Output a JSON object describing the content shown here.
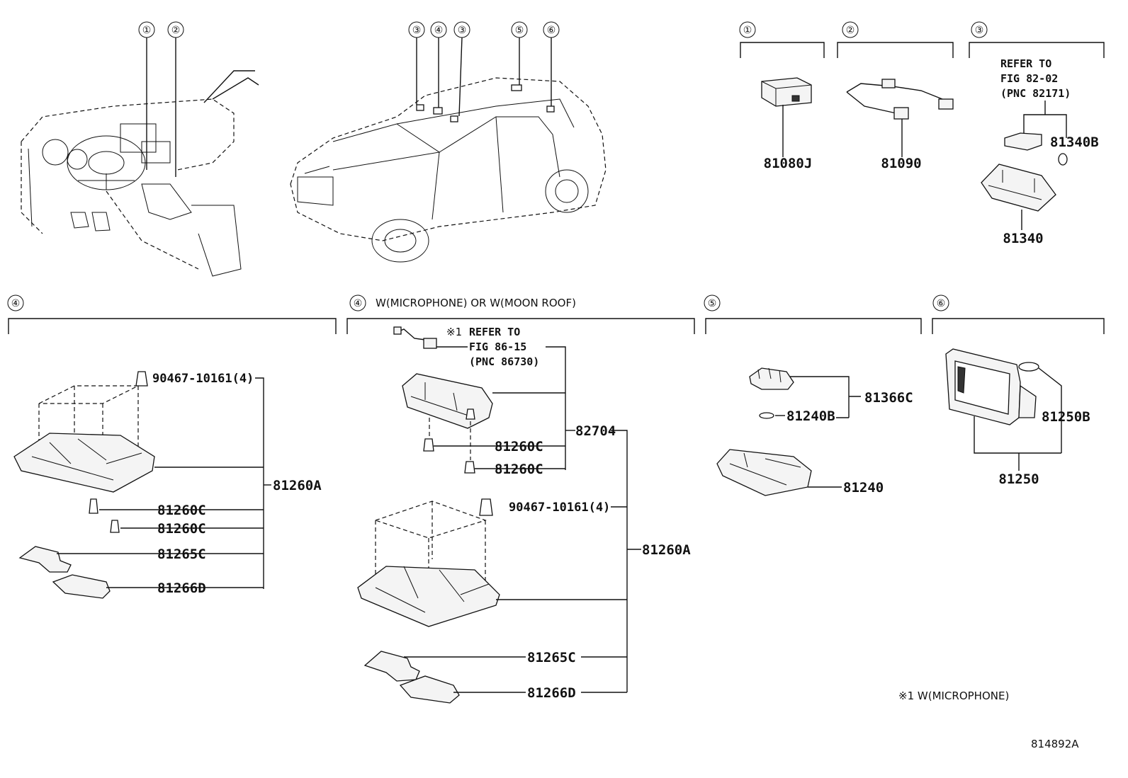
{
  "callouts": {
    "c1": "①",
    "c2": "②",
    "c3": "③",
    "c4": "④",
    "c5": "⑤",
    "c6": "⑥"
  },
  "overview_callouts": [
    "①",
    "②",
    "③",
    "④",
    "③",
    "⑤",
    "⑥"
  ],
  "section_4b_caption": "W(MICROPHONE) OR W(MOON ROOF)",
  "top_parts": {
    "p1": "81080J",
    "p2": "81090",
    "p3_ref_line1": "REFER TO",
    "p3_ref_line2": "FIG 82-02",
    "p3_ref_line3": "(PNC 82171)",
    "p3_bulb": "81340B",
    "p3_lamp": "81340"
  },
  "section_4a": {
    "clip": "90467-10161(4)",
    "assembly": "81260A",
    "bulb1": "81260C",
    "bulb2": "81260C",
    "lens1": "81265C",
    "lens2": "81266D"
  },
  "section_4b": {
    "note_mark": "※1",
    "ref_line1": "REFER TO",
    "ref_line2": "FIG 86-15",
    "ref_line3": "(PNC 86730)",
    "module": "82704",
    "bulb1": "81260C",
    "bulb2": "81260C",
    "clip": "90467-10161(4)",
    "assembly": "81260A",
    "lens1": "81265C",
    "lens2": "81266D"
  },
  "section_5": {
    "socket": "81366C",
    "bulb": "81240B",
    "lamp": "81240"
  },
  "section_6": {
    "bulb": "81250B",
    "lamp": "81250"
  },
  "footnote": "※1 W(MICROPHONE)",
  "figure_id": "814892A"
}
